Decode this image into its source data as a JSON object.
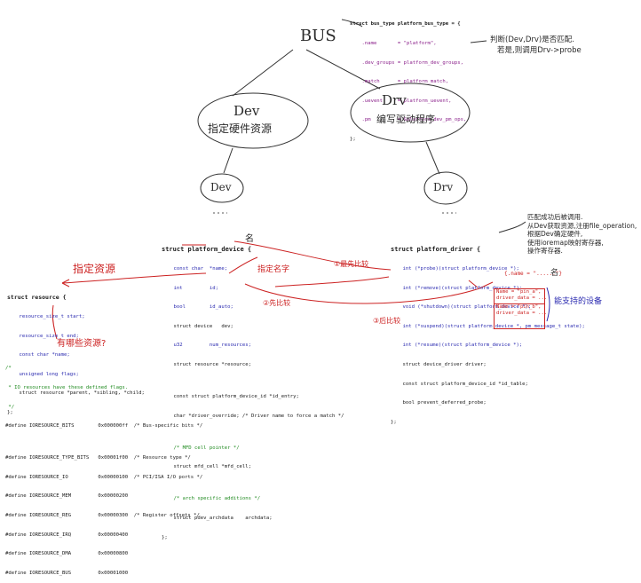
{
  "bus_type_code": [
    "struct bus_type platform_bus_type = {",
    "    .name       = \"platform\",",
    "    .dev_groups = platform_dev_groups,",
    "    .match      = platform_match,",
    "    .uevent     = platform_uevent,",
    "    .pm         = &platform_dev_pm_ops,",
    "};"
  ],
  "notes": {
    "bus": "BUS",
    "match_note_1": "判断(Dev,Drv)是否匹配.",
    "match_note_2": "若是,则调用Drv->probe",
    "dev_label": "Dev",
    "dev_desc": "指定硬件资源",
    "drv_label": "Drv",
    "drv_desc": "编写驱动程序",
    "dev_small": "Dev",
    "drv_small": "Drv",
    "resource_note": "指定资源",
    "which_res": "有哪些资源?",
    "compare_1": "①最先比较",
    "compare_2": "②先比较",
    "compare_3": "③后比较",
    "name_note": "名",
    "name_note2": "名",
    "probe_note_1": "匹配成功后被调用.",
    "probe_note_2": "从Dev获取资源,注册file_operation,",
    "probe_note_3": "根据Dev确定硬件,",
    "probe_note_4": "使用ioremap映射寄存器,",
    "probe_note_5": "操作寄存器.",
    "supported_devs": "能支持的设备",
    "override_note": "指定名字"
  },
  "platform_device_code": [
    "struct platform_device {",
    "    const char  *name;",
    "    int         id;",
    "    bool        id_auto;",
    "    struct device   dev;",
    "    u32         num_resources;",
    "    struct resource *resource;",
    "",
    "    const struct platform_device_id *id_entry;",
    "    char *driver_override; /* Driver name to force a match */",
    "",
    "    /* MFD cell pointer */",
    "    struct mfd_cell *mfd_cell;",
    "",
    "    /* arch specific additions */",
    "    struct pdev_archdata    archdata;",
    "};"
  ],
  "platform_driver_code": [
    "struct platform_driver {",
    "    int (*probe)(struct platform_device *);",
    "    int (*remove)(struct platform_device *);",
    "    void (*shutdown)(struct platform_device *);",
    "    int (*suspend)(struct platform_device *, pm_message_t state);",
    "    int (*resume)(struct platform_device *);",
    "    struct device_driver driver;",
    "    const struct platform_device_id *id_table;",
    "    bool prevent_deferred_probe;",
    "};"
  ],
  "resource_code": [
    "struct resource {",
    "    resource_size_t start;",
    "    resource_size_t end;",
    "    const char *name;",
    "    unsigned long flags;",
    "    struct resource *parent, *sibling, *child;",
    "};"
  ],
  "defines_code": [
    "/*",
    " * IO resources have these defined flags.",
    " */",
    "#define IORESOURCE_BITS        0x000000ff  /* Bus-specific bits */",
    "",
    "#define IORESOURCE_TYPE_BITS   0x00001f00  /* Resource type */",
    "#define IORESOURCE_IO          0x00000100  /* PCI/ISA I/O ports */",
    "#define IORESOURCE_MEM         0x00000200",
    "#define IORESOURCE_REG         0x00000300  /* Register offsets */",
    "#define IORESOURCE_IRQ         0x00000400",
    "#define IORESOURCE_DMA         0x00000800",
    "#define IORESOURCE_BUS         0x00001000"
  ],
  "driver_name_box": "{.name = \"......\"}",
  "id_table_box": [
    "Name = \"pin_a\",",
    "driver_data = ...",
    "Name = \"pin_b\",",
    "driver_data = ..."
  ]
}
